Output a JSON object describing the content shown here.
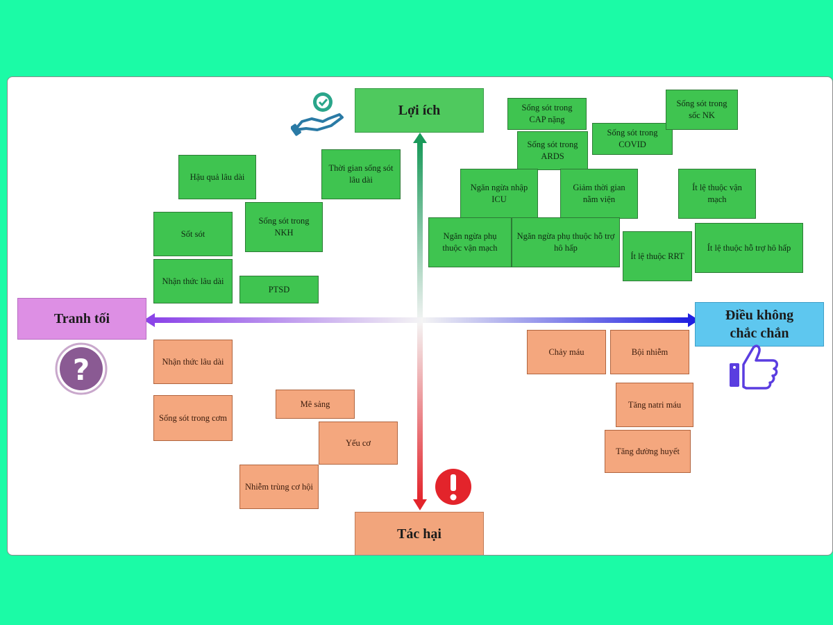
{
  "axes": {
    "top": "Lợi ích",
    "bottom": "Tác hại",
    "left": "Tranh tối",
    "right_line1": "Điều không",
    "right_line2": "chắc chắn"
  },
  "colors": {
    "benefit": "#3fc450",
    "harm": "#f4a77e",
    "left_label": "#dd8fe4",
    "right_label": "#5ec7ef",
    "background": "#1bfba6"
  },
  "icons": [
    "hand-heart-icon",
    "question-icon",
    "thumbs-up-icon",
    "exclamation-icon"
  ],
  "notes": {
    "hau_qua": "Hậu quả lâu dài",
    "thoi_gian_song": "Thời gian sống sót lâu dài",
    "sot_sot": "Sốt sót",
    "song_sot_nkh": "Sống sót trong NKH",
    "nhan_thuc_top": "Nhận thức lâu dài",
    "ptsd": "PTSD",
    "cap": "Sống sót trong CAP nặng",
    "ards": "Sống sót trong ARDS",
    "covid": "Sống sót trong COVID",
    "soc_nk": "Sống sót trong sốc NK",
    "nhap_icu": "Ngăn ngừa nhập ICU",
    "giam_thoi_gian": "Giảm thời gian nằm viện",
    "it_le_thuoc_van_mach": "Ít lệ thuộc vận mạch",
    "ngan_ngua_van_mach": "Ngăn ngừa phụ thuộc vận mạch",
    "ngan_ngua_ho_tro": "Ngăn ngừa phụ thuộc hỗ trợ hô hấp",
    "rrt": "Ít lệ thuộc RRT",
    "it_le_thuoc_ho_hap": "Ít lệ thuộc hỗ trợ hô hấp",
    "nhan_thuc_bottom": "Nhận thức lâu dài",
    "song_sot_com": "Sống sót trong cơm",
    "me_sang": "Mê sảng",
    "yeu_co": "Yếu cơ",
    "nhiem_trung": "Nhiễm trùng cơ hội",
    "chay_mau": "Chảy máu",
    "boi_nhiem": "Bội nhiễm",
    "tang_natri": "Tăng natri máu",
    "tang_duong": "Tăng đường huyết"
  }
}
